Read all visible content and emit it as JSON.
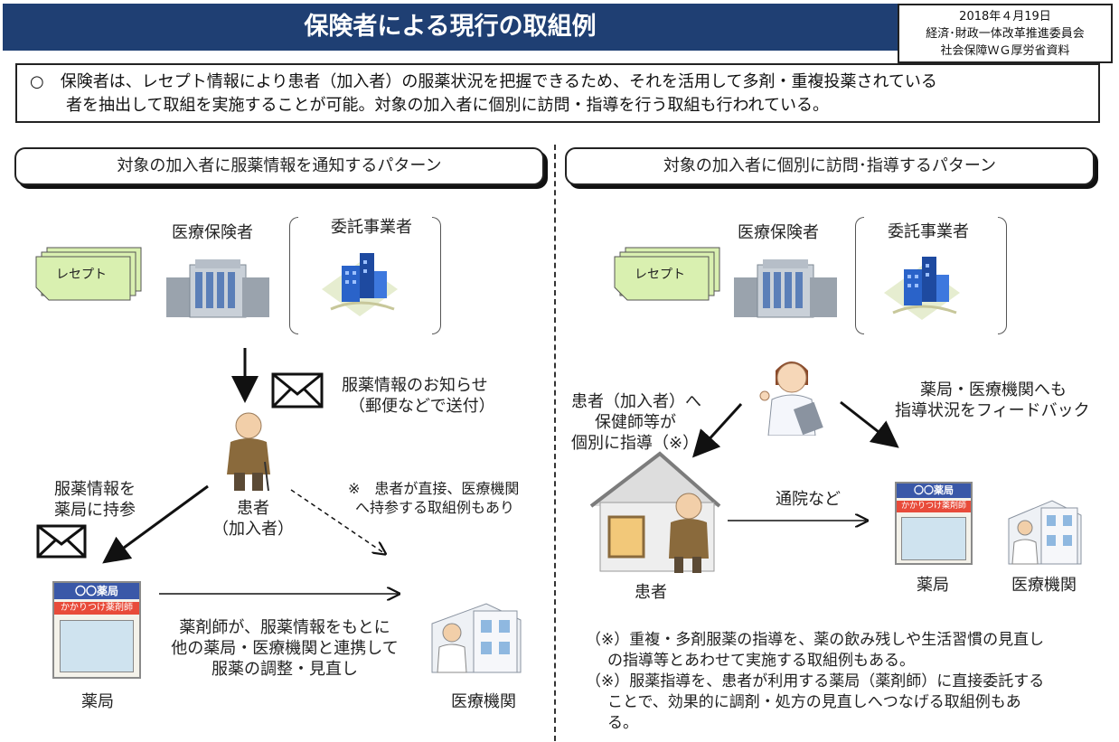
{
  "title": "保険者による現行の取組例",
  "source": {
    "line1": "2018年４月19日",
    "line2": "経済･財政一体改革推進委員会",
    "line3": "社会保障ＷＧ厚労省資料"
  },
  "summary": {
    "line1": "○　保険者は、レセプト情報により患者（加入者）の服薬状況を把握できるため、それを活用して多剤・重複投薬されている",
    "line2": "者を抽出して取組を実施することが可能。対象の加入者に個別に訪問・指導を行う取組も行われている。"
  },
  "left": {
    "panel_title": "対象の加入者に服薬情報を通知するパターン",
    "insurer_label": "医療保険者",
    "contractor_label": "委託事業者",
    "receipt_label": "レセプト",
    "notice_line1": "服薬情報のお知らせ",
    "notice_line2": "（郵便などで送付）",
    "patient_line1": "患者",
    "patient_line2": "（加入者）",
    "bring_line1": "服薬情報を",
    "bring_line2": "薬局に持参",
    "note_line1": "※　患者が直接、医療機関",
    "note_line2": "へ持参する取組例もあり",
    "pharmacist_line1": "薬剤師が、服薬情報をもとに",
    "pharmacist_line2": "他の薬局・医療機関と連携して",
    "pharmacist_line3": "服薬の調整・見直し",
    "pharmacy_label": "薬局",
    "hospital_label": "医療機関",
    "pharmacy_sign": "〇〇薬局",
    "pharmacy_banner": "かかりつけ薬剤師"
  },
  "right": {
    "panel_title": "対象の加入者に個別に訪問･指導するパターン",
    "insurer_label": "医療保険者",
    "contractor_label": "委託事業者",
    "receipt_label": "レセプト",
    "guide_line1": "患者（加入者）へ",
    "guide_line2": "保健師等が",
    "guide_line3": "個別に指導（※）",
    "feedback_line1": "薬局・医療機関へも",
    "feedback_line2": "指導状況をフィードバック",
    "visit_label": "通院など",
    "patient_label": "患者",
    "pharmacy_label": "薬局",
    "hospital_label": "医療機関",
    "pharmacy_sign": "〇〇薬局",
    "pharmacy_banner": "かかりつけ薬剤師",
    "note1_line1": "（※）重複・多剤服薬の指導を、薬の飲み残しや生活習慣の見直し",
    "note1_line2": "の指導等とあわせて実施する取組例もある。",
    "note2_line1": "（※）服薬指導を、患者が利用する薬局（薬剤師）に直接委託する",
    "note2_line2": "ことで、効果的に調剤・処方の見直しへつなげる取組例もあ",
    "note2_line3": "る。"
  },
  "colors": {
    "title_bg": "#1f3f73",
    "receipt_fill": "#d9f0b0",
    "building_blue": "#2a63c9",
    "pharmacy_sign": "#3a58a8"
  }
}
